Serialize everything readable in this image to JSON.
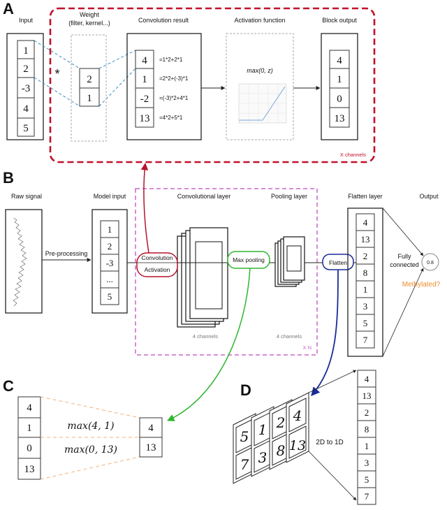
{
  "panel_a": {
    "letter": "A",
    "input_title": "Input",
    "input_values": [
      "1",
      "2",
      "-3",
      "4",
      "5"
    ],
    "asterisk": "*",
    "weight_title_1": "Weight",
    "weight_title_2": "(filter, kernel...)",
    "weight_values": [
      "2",
      "1"
    ],
    "conv_title": "Convolution result",
    "conv_values": [
      "4",
      "1",
      "-2",
      "13"
    ],
    "conv_formulas": [
      "=1*2+2*1",
      "=2*2+(-3)*1",
      "=(-3)*2+4*1",
      "=4*2+5*1"
    ],
    "activation_title": "Activation function",
    "activation_formula": "max(0, z)",
    "block_title": "Block output",
    "block_values": [
      "4",
      "1",
      "0",
      "13"
    ],
    "channels_note": "X channels",
    "colors": {
      "dashed_box": "#c0102a",
      "connector": "#3a8fc9"
    }
  },
  "panel_b": {
    "letter": "B",
    "raw_title": "Raw signal",
    "preprocessing_label": "Pre-processing",
    "model_input_title": "Model input",
    "model_input_values": [
      "1",
      "2",
      "-3",
      "...",
      "5"
    ],
    "conv_layer_title": "Convolutional layer",
    "conv_pill_1": "Convolution",
    "conv_pill_2": "Activation",
    "conv_channels": "4 channels",
    "pooling_title": "Pooling layer",
    "maxpool_pill": "Max pooling",
    "pool_channels": "4 channels",
    "repeat_note": "X N",
    "flatten_title": "Flatten layer",
    "flatten_pill": "Flatten",
    "flatten_values": [
      "4",
      "13",
      "2",
      "8",
      "1",
      "3",
      "5",
      "7"
    ],
    "fully_connected_1": "Fully",
    "fully_connected_2": "connected",
    "output_title": "Output",
    "output_value": "0.8",
    "methylated_label": "Methylated?",
    "colors": {
      "conv": "#b5122b",
      "pool": "#2fb52f",
      "flatten": "#1a2a99",
      "repeat_box": "#cc66cc",
      "methylated": "#f08a2a"
    }
  },
  "panel_c": {
    "letter": "C",
    "input_values": [
      "4",
      "1",
      "0",
      "13"
    ],
    "formula_1": "max(4, 1)",
    "formula_2": "max(0, 13)",
    "output_values": [
      "4",
      "13"
    ],
    "colors": {
      "guide": "#f3b078"
    }
  },
  "panel_d": {
    "letter": "D",
    "matrix_values": [
      [
        "5",
        "7"
      ],
      [
        "1",
        "3"
      ],
      [
        "2",
        "8"
      ],
      [
        "4",
        "13"
      ]
    ],
    "label": "2D to 1D",
    "vector_values": [
      "4",
      "13",
      "2",
      "8",
      "1",
      "3",
      "5",
      "7"
    ]
  }
}
